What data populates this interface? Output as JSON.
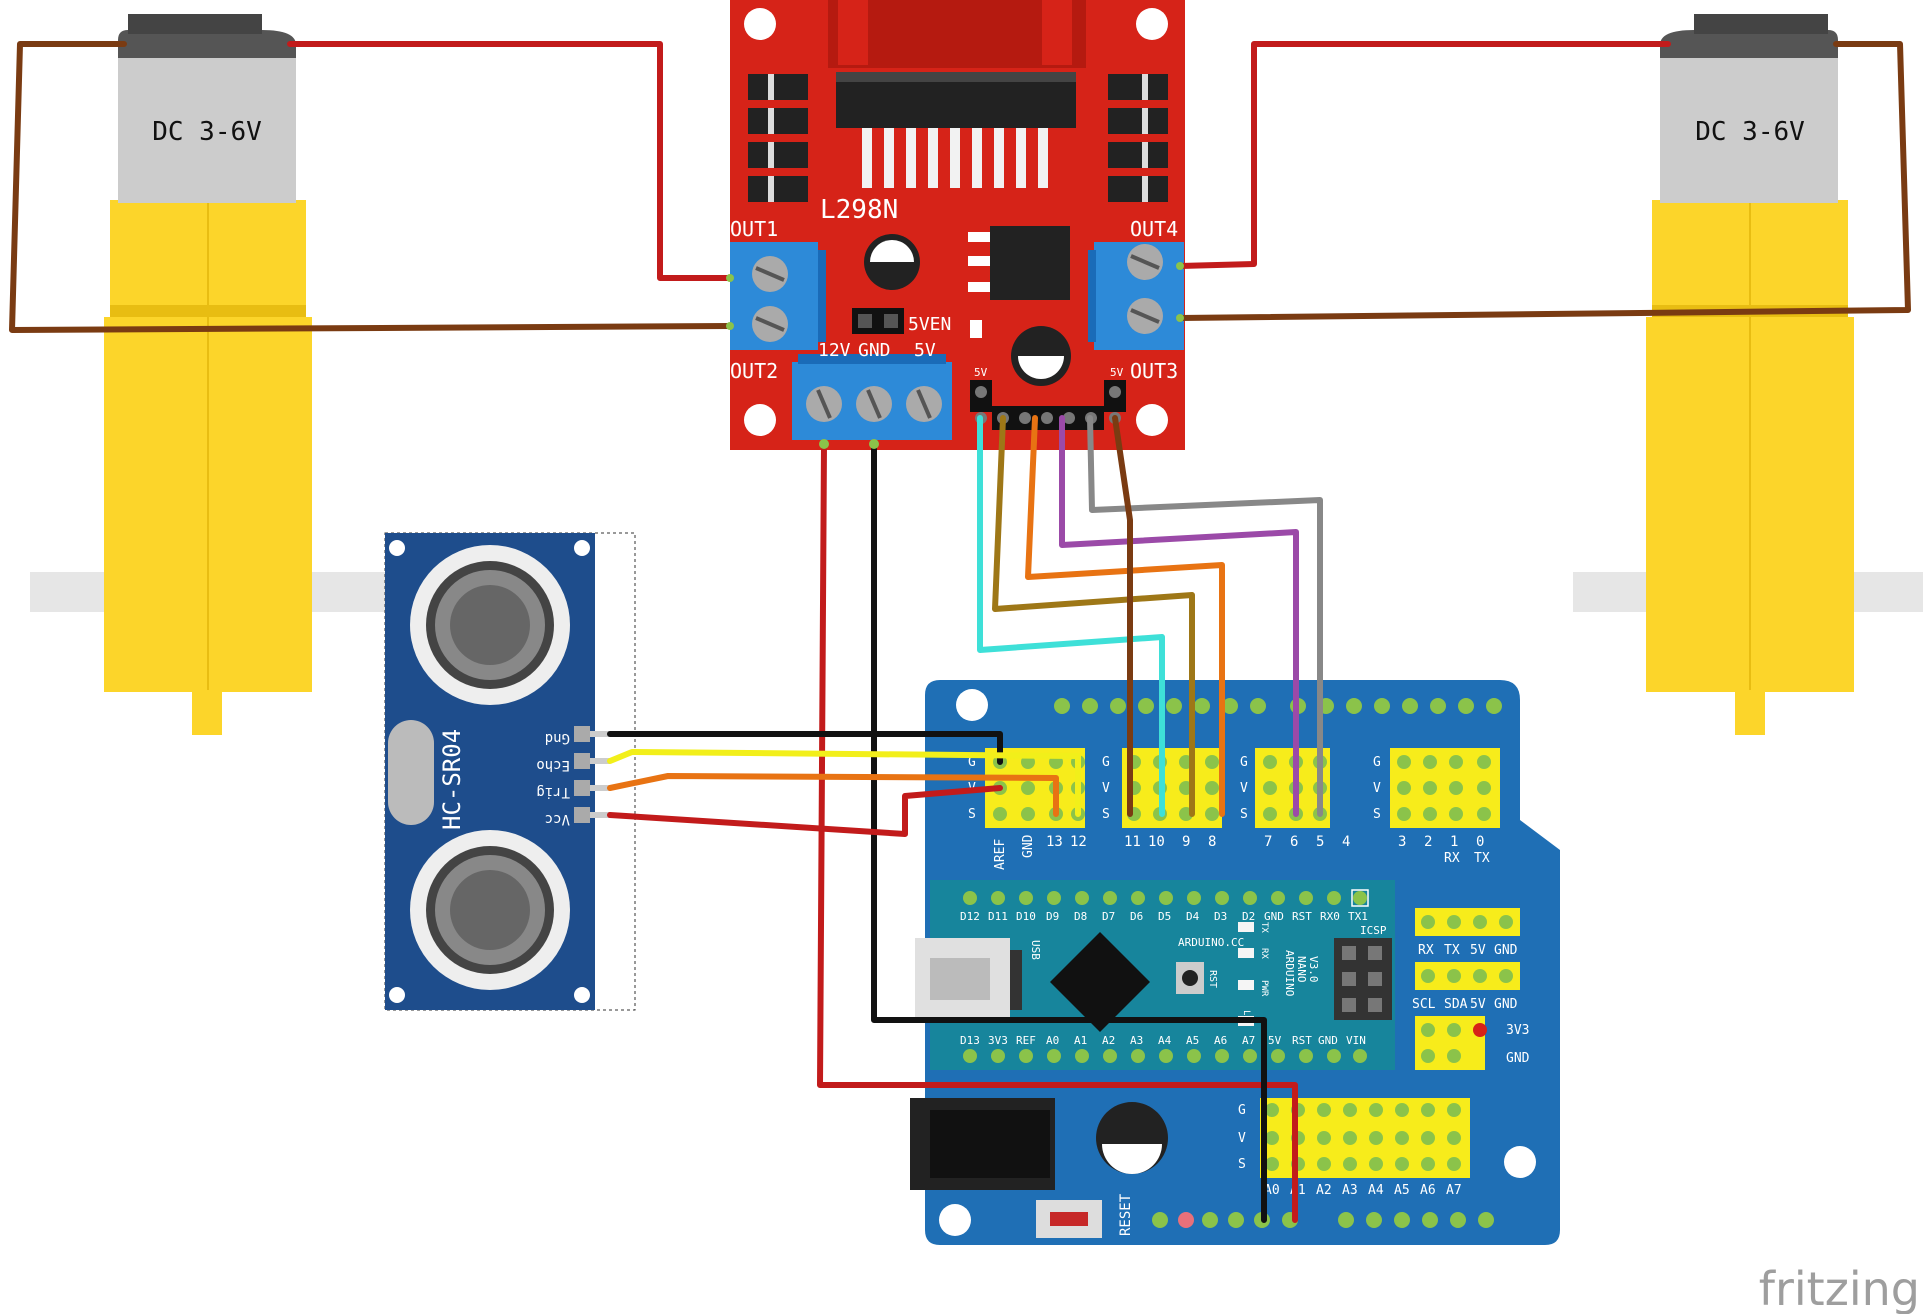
{
  "motor_left": {
    "label": "DC 3-6V"
  },
  "motor_right": {
    "label": "DC 3-6V"
  },
  "driver": {
    "name": "L298N",
    "out1": "OUT1",
    "out2": "OUT2",
    "out3": "OUT3",
    "out4": "OUT4",
    "v12": "12V",
    "gnd": "GND",
    "v5": "5V",
    "fiveven": "5VEN",
    "pin5v_left": "5V",
    "pin5v_right": "5V"
  },
  "sensor": {
    "name": "HC-SR04",
    "pins": [
      "Gnd",
      "Echo",
      "Trig",
      "Vcc"
    ]
  },
  "shield": {
    "gvs": [
      "G",
      "V",
      "S"
    ],
    "row1_labels": [
      "AREF",
      "GND",
      "13",
      "12",
      "11",
      "10",
      "9",
      "8",
      "7",
      "6",
      "5",
      "4",
      "3",
      "2",
      "1",
      "0"
    ],
    "rx": "RX",
    "tx": "TX",
    "right_labels": [
      "RX",
      "TX",
      "5V",
      "GND",
      "SCL",
      "SDA",
      "5V",
      "GND",
      "3V3",
      "GND"
    ],
    "analog_labels": [
      "A0",
      "A1",
      "A2",
      "A3",
      "A4",
      "A5",
      "A6",
      "A7"
    ],
    "reset": "RESET"
  },
  "nano": {
    "top_pins": [
      "D12",
      "D11",
      "D10",
      "D9",
      "D8",
      "D7",
      "D6",
      "D5",
      "D4",
      "D3",
      "D2",
      "GND",
      "RST",
      "RX0",
      "TX1"
    ],
    "bottom_pins": [
      "D13",
      "3V3",
      "REF",
      "A0",
      "A1",
      "A2",
      "A3",
      "A4",
      "A5",
      "A6",
      "A7",
      "5V",
      "RST",
      "GND",
      "VIN"
    ],
    "brand": "ARDUINO.CC",
    "model_lines": [
      "ARDUINO",
      "NANO",
      "V3.0"
    ],
    "usb": "USB",
    "rst": "RST",
    "icsp": "ICSP",
    "led_labels": [
      "TX",
      "RX",
      "PWR"
    ],
    "led_l": "L"
  },
  "watermark": "fritzing",
  "colors": {
    "driver_red": "#d62318",
    "terminal_blue": "#2d8ad8",
    "shield_blue": "#1f6fb5",
    "sensor_blue": "#1e4d8c",
    "motor_yellow": "#fcd52a",
    "header_yellow": "#f7ec1b"
  }
}
